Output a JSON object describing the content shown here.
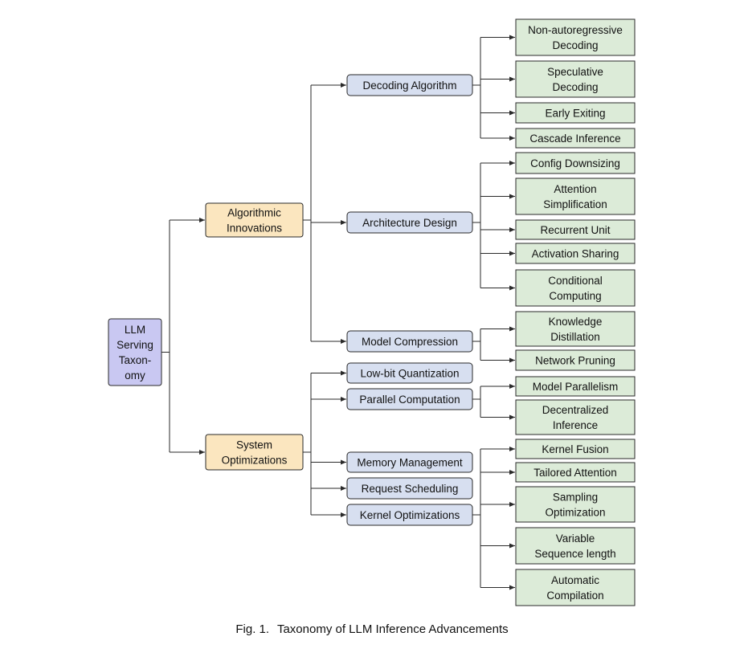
{
  "colors": {
    "root_fill": "#c9c8f2",
    "level1_fill": "#fbe6bf",
    "level2_fill": "#d7dff0",
    "leaf_fill": "#dcebd8",
    "stroke": "#2a2a2a"
  },
  "caption": {
    "label": "Fig. 1.",
    "text": "Taxonomy of LLM Inference Advancements"
  },
  "nodes": {
    "root": [
      "LLM",
      "Serving",
      "Taxon-",
      "omy"
    ],
    "algorithmic": [
      "Algorithmic",
      "Innovations"
    ],
    "system": [
      "System",
      "Optimizations"
    ],
    "decoding_algorithm": [
      "Decoding Algorithm"
    ],
    "architecture_design": [
      "Architecture Design"
    ],
    "model_compression": [
      "Model Compression"
    ],
    "low_bit_quantization": [
      "Low-bit Quantization"
    ],
    "parallel_computation": [
      "Parallel Computation"
    ],
    "memory_management": [
      "Memory Management"
    ],
    "request_scheduling": [
      "Request Scheduling"
    ],
    "kernel_optimizations": [
      "Kernel Optimizations"
    ],
    "non_autoregressive": [
      "Non-autoregressive",
      "Decoding"
    ],
    "speculative": [
      "Speculative",
      "Decoding"
    ],
    "early_exiting": [
      "Early Exiting"
    ],
    "cascade_inference": [
      "Cascade Inference"
    ],
    "config_downsizing": [
      "Config Downsizing"
    ],
    "attention_simplification": [
      "Attention",
      "Simplification"
    ],
    "recurrent_unit": [
      "Recurrent Unit"
    ],
    "activation_sharing": [
      "Activation Sharing"
    ],
    "conditional_computing": [
      "Conditional",
      "Computing"
    ],
    "knowledge_distillation": [
      "Knowledge",
      "Distillation"
    ],
    "network_pruning": [
      "Network Pruning"
    ],
    "model_parallelism": [
      "Model Parallelism"
    ],
    "decentralized_inference": [
      "Decentralized",
      "Inference"
    ],
    "kernel_fusion": [
      "Kernel Fusion"
    ],
    "tailored_attention": [
      "Tailored Attention"
    ],
    "sampling_optimization": [
      "Sampling",
      "Optimization"
    ],
    "variable_sequence_length": [
      "Variable",
      "Sequence length"
    ],
    "automatic_compilation": [
      "Automatic",
      "Compilation"
    ]
  }
}
